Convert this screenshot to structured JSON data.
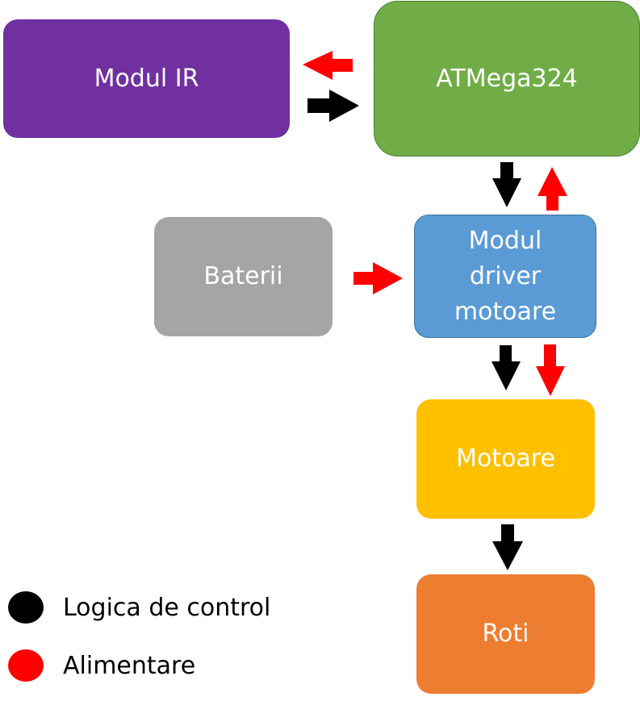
{
  "colors": {
    "ir": "#7030a0",
    "atmega": "#70ad47",
    "baterii": "#a5a5a5",
    "driver": "#5b9bd5",
    "motoare": "#ffc000",
    "roti": "#ed7d31",
    "control_arrow": "#000000",
    "power_arrow": "#ff0000"
  },
  "nodes": {
    "ir": {
      "label": "Modul IR"
    },
    "atmega": {
      "label": "ATMega324"
    },
    "baterii": {
      "label": "Baterii"
    },
    "driver": {
      "label": "Modul\ndriver\nmotoare"
    },
    "motoare": {
      "label": "Motoare"
    },
    "roti": {
      "label": "Roti"
    }
  },
  "edges": [
    {
      "from": "atmega",
      "to": "ir",
      "type": "power"
    },
    {
      "from": "ir",
      "to": "atmega",
      "type": "control"
    },
    {
      "from": "atmega",
      "to": "driver",
      "type": "control"
    },
    {
      "from": "driver",
      "to": "atmega",
      "type": "power"
    },
    {
      "from": "baterii",
      "to": "driver",
      "type": "power"
    },
    {
      "from": "driver",
      "to": "motoare",
      "type": "control"
    },
    {
      "from": "driver",
      "to": "motoare",
      "type": "power"
    },
    {
      "from": "motoare",
      "to": "roti",
      "type": "control"
    }
  ],
  "legend": {
    "control": {
      "label": "Logica de control",
      "color_key": "control_arrow"
    },
    "power": {
      "label": "Alimentare",
      "color_key": "power_arrow"
    }
  }
}
